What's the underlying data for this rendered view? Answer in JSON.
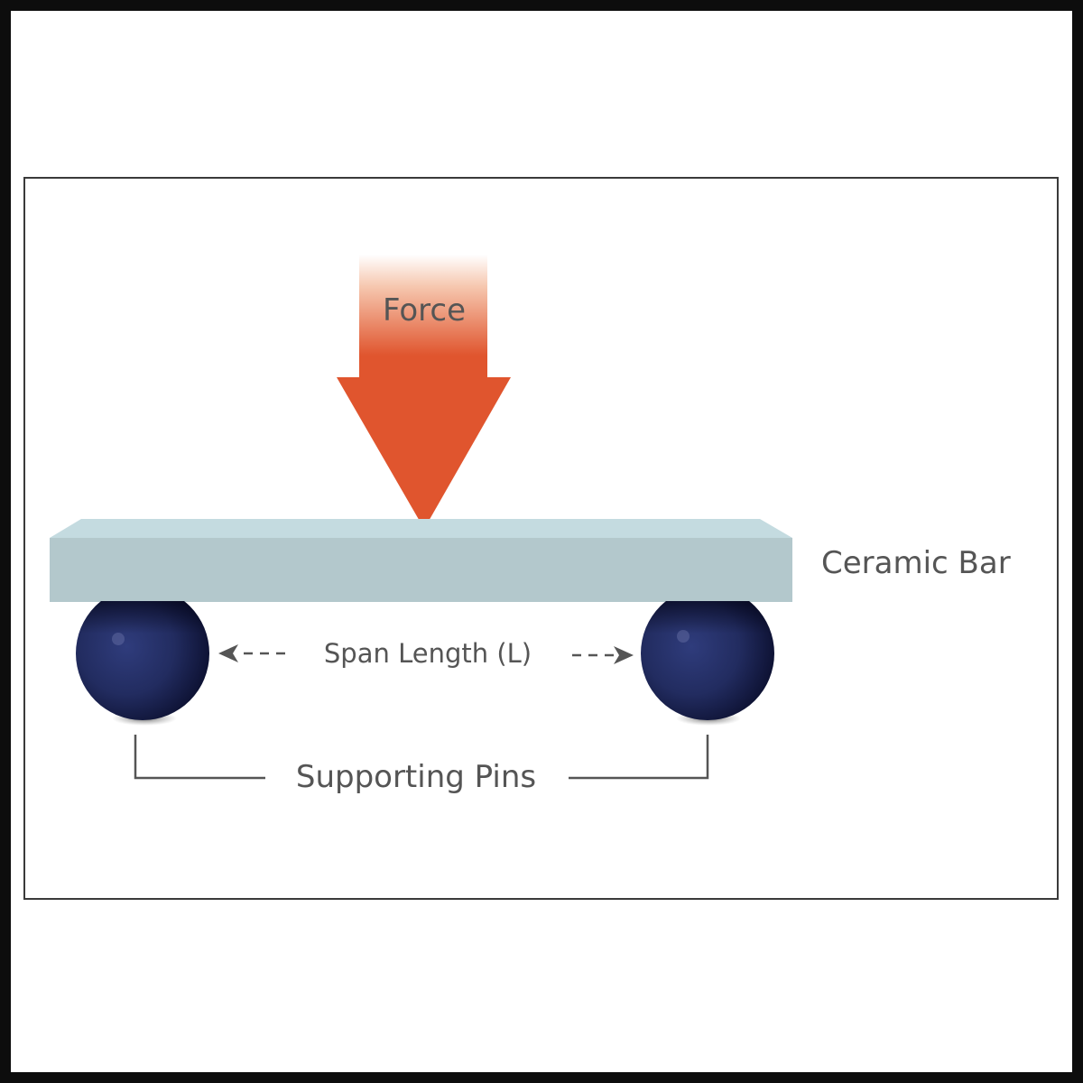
{
  "diagram": {
    "title": "Three-point flexural test",
    "labels": {
      "force": "Force",
      "ceramic_bar": "Ceramic Bar",
      "span_length": "Span Length (L)",
      "supporting_pins": "Supporting Pins"
    },
    "colors": {
      "force_arrow": "#e0552e",
      "force_arrow_fade": "#ffffff",
      "bar_front": "#b3c8cc",
      "bar_top": "#c4dbe0",
      "pin_dark": "#0a0f2a",
      "pin_mid": "#2a3670",
      "label_text": "#555555",
      "frame_border": "#3a3a3a",
      "outer_background": "#0d0d0d"
    },
    "elements": [
      "force-arrow",
      "ceramic-bar",
      "left-support-pin",
      "right-support-pin",
      "span-length-dimension",
      "supporting-pins-bracket"
    ]
  }
}
